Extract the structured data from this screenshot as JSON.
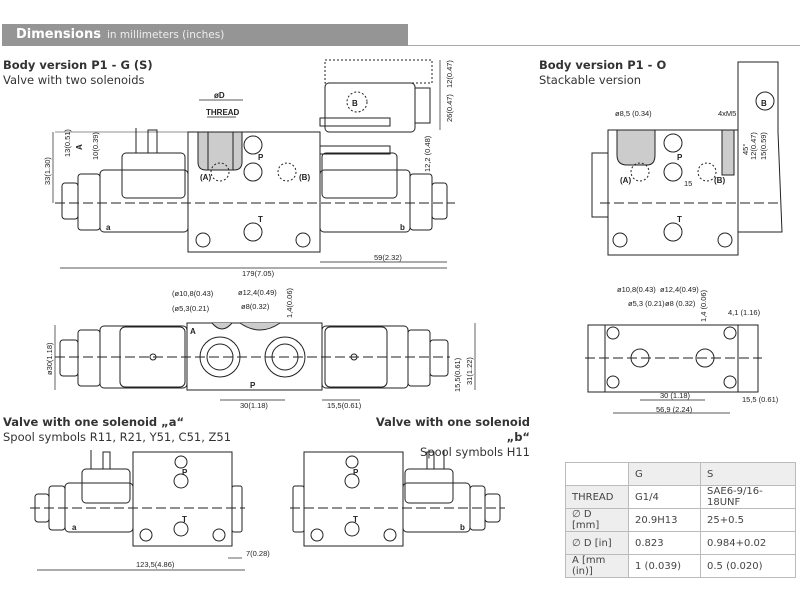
{
  "header": {
    "title": "Dimensions",
    "subtitle": "in millimeters (inches)"
  },
  "sections": {
    "p1g": {
      "title": "Body version P1 - G (S)",
      "subtitle": "Valve with two solenoids"
    },
    "p1o": {
      "title": "Body version P1 - O",
      "subtitle": "Stackable version"
    },
    "one_a": {
      "title": "Valve with one solenoid „a“",
      "subtitle": "Spool symbols R11, R21, Y51, C51, Z51"
    },
    "one_b": {
      "title": "Valve with one solenoid „b“",
      "subtitle": "Spool symbols H11"
    }
  },
  "labels": {
    "phiD": "øD",
    "thread": "THREAD",
    "B": "B",
    "A": "A",
    "P": "P",
    "T": "T",
    "portA": "(A)",
    "portB": "(B)",
    "a": "a",
    "b": "b",
    "fifteen": "15",
    "m5": "4xM5"
  },
  "dims": {
    "d13": "13(0.51)",
    "d10": "10(0.39)",
    "d33": "33(1.30)",
    "d12": "12(0.47)",
    "d26": "26(0.47)",
    "d122": "12,2 (0.48)",
    "d179": "179(7.05)",
    "d59": "59(2.32)",
    "d108": "(ø10,8(0.43)",
    "d53": "(ø5,3(0.21)",
    "d124": "ø12,4(0.49)",
    "d8": "ø8(0.32)",
    "d14": "1,4(0.06)",
    "d30dia": "ø30(1.18)",
    "d31": "31(1.22)",
    "d155v": "15,5(0.61)",
    "d30": "30(1.18)",
    "d155": "15,5(0.61)",
    "o85": "ø8,5 (0.34)",
    "o45": "45°",
    "o12": "12(0.47)",
    "o15": "15(0.59)",
    "o108": "ø10,8(0.43)",
    "o124": "ø12,4(0.49)",
    "o53": "ø5,3 (0.21)",
    "o8": "ø8 (0.32)",
    "o14": "1,4 (0.06)",
    "o41": "4,1 (1.16)",
    "o30": "30 (1.18)",
    "o155": "15,5 (0.61)",
    "o569": "56,9 (2.24)",
    "a1235": "123,5(4.86)",
    "a7": "7(0.28)"
  },
  "table": {
    "headers": [
      "",
      "G",
      "S"
    ],
    "rows": [
      [
        "THREAD",
        "G1/4",
        "SAE6-9/16-18UNF"
      ],
      [
        "∅ D [mm]",
        "20.9H13",
        "25+0.5"
      ],
      [
        "∅ D [in]",
        "0.823",
        "0.984+0.02"
      ],
      [
        "A [mm (in)]",
        "1 (0.039)",
        "0.5 (0.020)"
      ]
    ]
  }
}
